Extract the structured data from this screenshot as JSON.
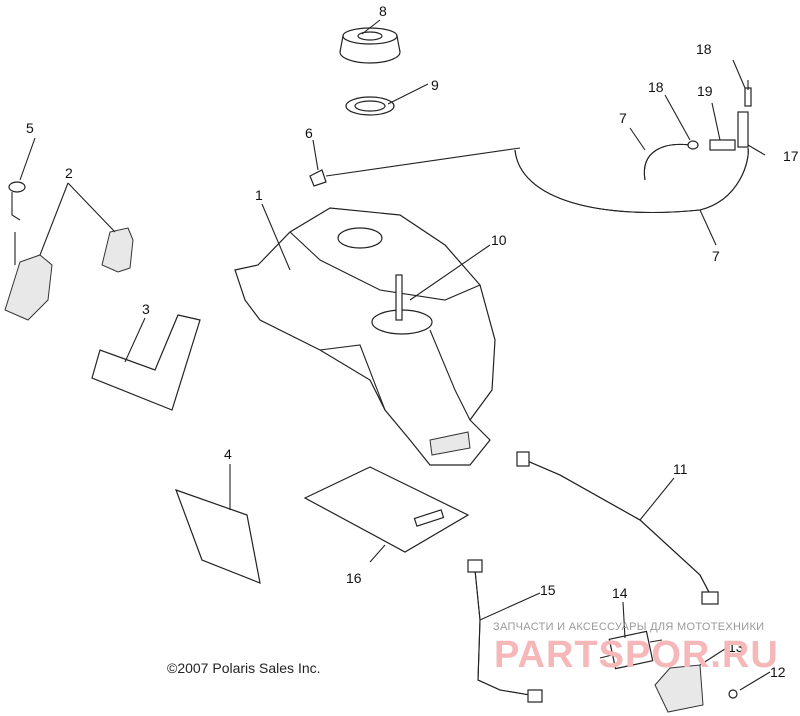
{
  "callouts": {
    "c1": "1",
    "c2": "2",
    "c3": "3",
    "c4": "4",
    "c5": "5",
    "c6": "6",
    "c7a": "7",
    "c7b": "7",
    "c8": "8",
    "c9": "9",
    "c10": "10",
    "c11": "11",
    "c12": "12",
    "c13": "13",
    "c14": "14",
    "c15": "15",
    "c16": "16",
    "c17": "17",
    "c18a": "18",
    "c18b": "18",
    "c19": "19"
  },
  "copyright": "©2007 Polaris Sales Inc.",
  "watermark": {
    "subtitle": "ЗАПЧАСТИ И АКСЕССУАРЫ ДЛЯ МОТОТЕХНИКИ",
    "brand": "PARTSPOR.RU"
  }
}
